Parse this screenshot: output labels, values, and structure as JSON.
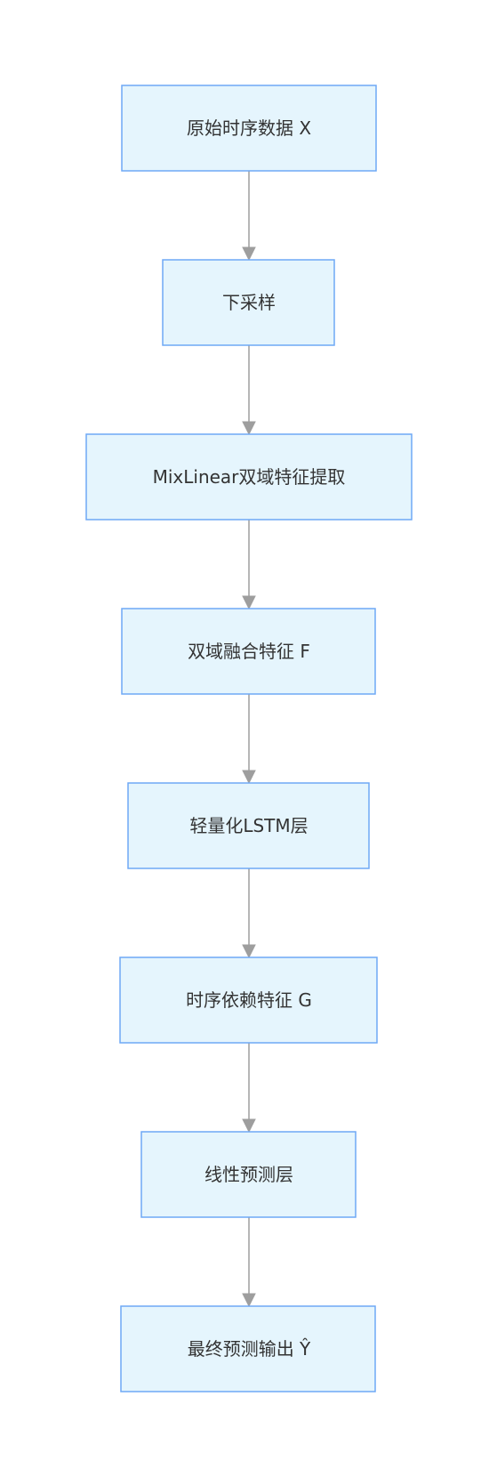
{
  "diagram": {
    "nodes": [
      {
        "id": "n1",
        "label": "原始时序数据 X"
      },
      {
        "id": "n2",
        "label": "下采样"
      },
      {
        "id": "n3",
        "label": "MixLinear双域特征提取"
      },
      {
        "id": "n4",
        "label": "双域融合特征 F"
      },
      {
        "id": "n5",
        "label": "轻量化LSTM层"
      },
      {
        "id": "n6",
        "label": "时序依赖特征 G"
      },
      {
        "id": "n7",
        "label": "线性预测层"
      },
      {
        "id": "n8",
        "label": "最终预测输出 Ŷ"
      }
    ],
    "edges": [
      {
        "from": "n1",
        "to": "n2"
      },
      {
        "from": "n2",
        "to": "n3"
      },
      {
        "from": "n3",
        "to": "n4"
      },
      {
        "from": "n4",
        "to": "n5"
      },
      {
        "from": "n5",
        "to": "n6"
      },
      {
        "from": "n6",
        "to": "n7"
      },
      {
        "from": "n7",
        "to": "n8"
      }
    ],
    "colors": {
      "node_fill": "#e5f5fd",
      "node_border": "#6fa8f5",
      "edge": "#9e9e9e",
      "text": "#333333"
    }
  }
}
